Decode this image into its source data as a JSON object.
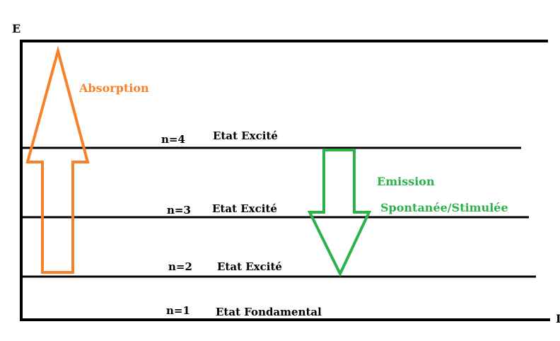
{
  "axis": {
    "y_label": "E",
    "x_label": "I"
  },
  "levels": [
    {
      "n": "n=4",
      "state": "Etat Excité"
    },
    {
      "n": "n=3",
      "state": "Etat Excité"
    },
    {
      "n": "n=2",
      "state": "Etat Excité"
    },
    {
      "n": "n=1",
      "state": "Etat Fondamental"
    }
  ],
  "absorption": {
    "label": "Absorption",
    "color": "#f5822a"
  },
  "emission": {
    "label_line1": "Emission",
    "label_line2": "Spontanée/Stimulée",
    "color": "#2db24a"
  }
}
